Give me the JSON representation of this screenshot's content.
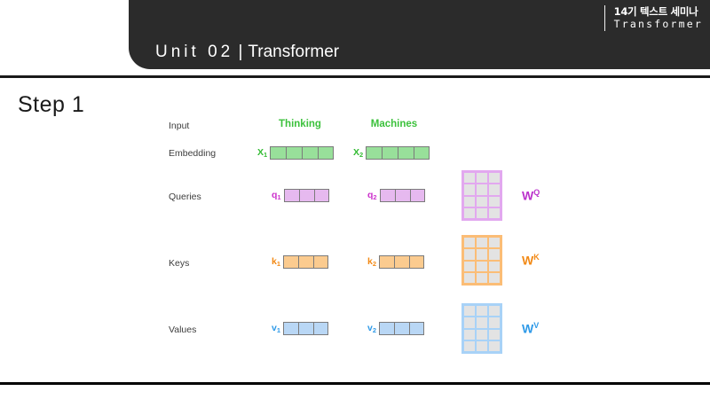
{
  "header": {
    "title_unit": "Unit 02",
    "title_sep": "|",
    "title_name": "Transformer",
    "meta_kr": "14기 텍스트 세미나",
    "meta_en": "Transformer",
    "bar_color": "#2b2b2b"
  },
  "slide": {
    "step_title": "Step 1"
  },
  "diagram": {
    "row_labels": [
      "Input",
      "Embedding",
      "Queries",
      "Keys",
      "Values"
    ],
    "words": [
      "Thinking",
      "Machines"
    ],
    "word_color": "#3cc13c",
    "rows": [
      {
        "name": "embedding",
        "theme": "green",
        "cells": 4,
        "cell_color": "#98e09a",
        "tags": [
          "X",
          "X"
        ],
        "subs": [
          "1",
          "2"
        ]
      },
      {
        "name": "queries",
        "theme": "purple",
        "cells": 3,
        "cell_color": "#e6b9ef",
        "tags": [
          "q",
          "q"
        ],
        "subs": [
          "1",
          "2"
        ]
      },
      {
        "name": "keys",
        "theme": "orange",
        "cells": 3,
        "cell_color": "#fbcb8f",
        "tags": [
          "k",
          "k"
        ],
        "subs": [
          "1",
          "2"
        ]
      },
      {
        "name": "values",
        "theme": "blue",
        "cells": 3,
        "cell_color": "#b9d7f5",
        "tags": [
          "v",
          "v"
        ],
        "subs": [
          "1",
          "2"
        ]
      }
    ],
    "matrices": [
      {
        "name": "WQ",
        "label_base": "W",
        "label_sup": "Q",
        "rows": 4,
        "cols": 3,
        "color": "#e2a8ef",
        "label_color": "#bb33cc"
      },
      {
        "name": "WK",
        "label_base": "W",
        "label_sup": "K",
        "rows": 4,
        "cols": 3,
        "color": "#fbbd76",
        "label_color": "#f28a17"
      },
      {
        "name": "WV",
        "label_base": "W",
        "label_sup": "V",
        "rows": 4,
        "cols": 3,
        "color": "#a8d2f7",
        "label_color": "#2f9ae8"
      }
    ]
  }
}
